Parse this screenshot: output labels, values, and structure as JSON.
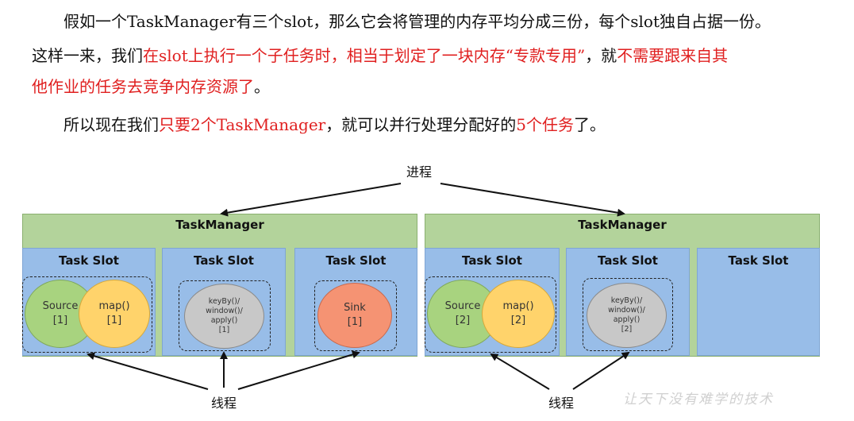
{
  "text": {
    "p1_a": "假如一个TaskManager有三个slot，那么它会将管理的内存平均分成三份，每个slot独自占据一份。",
    "p1_b1": "这样一来，我们",
    "p1_b2": "在slot上执行一个子任务时，相当于划定了一块内存“专款专用”",
    "p1_b3": "，就",
    "p1_b4": "不需要跟来自其",
    "p1_c": "他作业的任务去竞争内存资源了",
    "p1_c_end": "。",
    "p2_a": "所以现在我们",
    "p2_b": "只要2个TaskManager",
    "p2_c": "，就可以并行处理分配好的",
    "p2_d": "5个任务",
    "p2_e": "了。"
  },
  "diagram": {
    "process_label": "进程",
    "thread_label": "线程",
    "taskmanagers": [
      {
        "title": "TaskManager",
        "slots": [
          {
            "title": "Task Slot",
            "tasks": [
              "Source\n[1]",
              "map()\n[1]"
            ]
          },
          {
            "title": "Task Slot",
            "tasks": [
              "keyBy()/\nwindow()/\napply()\n[1]"
            ]
          },
          {
            "title": "Task Slot",
            "tasks": [
              "Sink\n[1]"
            ]
          }
        ]
      },
      {
        "title": "TaskManager",
        "slots": [
          {
            "title": "Task Slot",
            "tasks": [
              "Source\n[2]",
              "map()\n[2]"
            ]
          },
          {
            "title": "Task Slot",
            "tasks": [
              "keyBy()/\nwindow()/\napply()\n[2]"
            ]
          },
          {
            "title": "Task Slot",
            "tasks": []
          }
        ]
      }
    ]
  },
  "watermark": "让天下没有难学的技术",
  "colors": {
    "red_text": "#e02020",
    "taskmanager_fill": "#b3d39b",
    "slot_fill": "#98bde8",
    "source_fill": "#a8d37f",
    "map_fill": "#ffd36b",
    "keyby_fill": "#c8c8c8",
    "sink_fill": "#f59373"
  }
}
